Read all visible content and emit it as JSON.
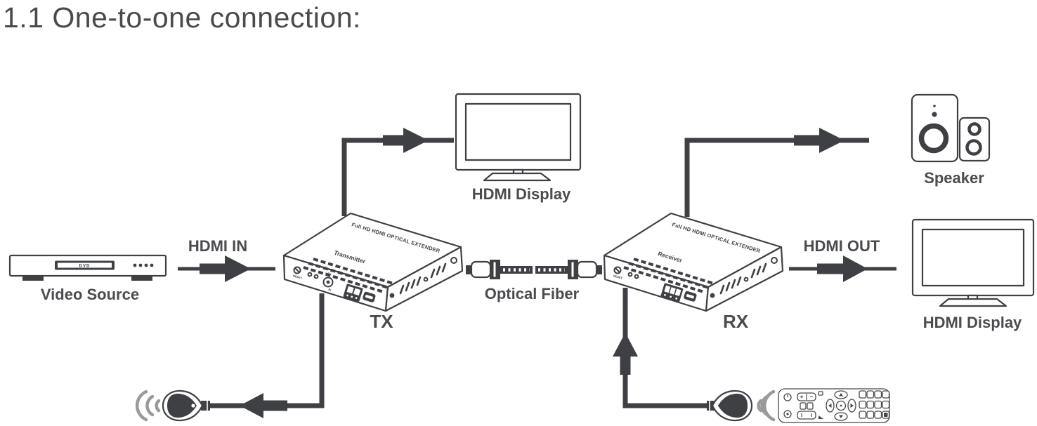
{
  "title": "1.1 One-to-one connection:",
  "colors": {
    "line": "#3e4044",
    "label": "#4a4c4f",
    "wave": "#9a9a9a"
  },
  "labels": {
    "video_source": "Video Source",
    "hdmi_in": "HDMI IN",
    "display_top": "HDMI Display",
    "optical_fiber": "Optical Fiber",
    "tx": "TX",
    "rx": "RX",
    "hdmi_out": "HDMI OUT",
    "speaker": "Speaker",
    "display_right": "HDMI Display"
  },
  "devices": {
    "dvd_text": "DVD",
    "tx": {
      "top_text": "Full HD HDMI OPTICAL EXTENDER",
      "role": "Transmitter",
      "reset": "RESET",
      "lan": "LAN",
      "lan_in": "IN"
    },
    "rx": {
      "top_text": "Full HD HDMI OPTICAL EXTENDER",
      "role": "Receiver",
      "reset": "RESET"
    }
  }
}
